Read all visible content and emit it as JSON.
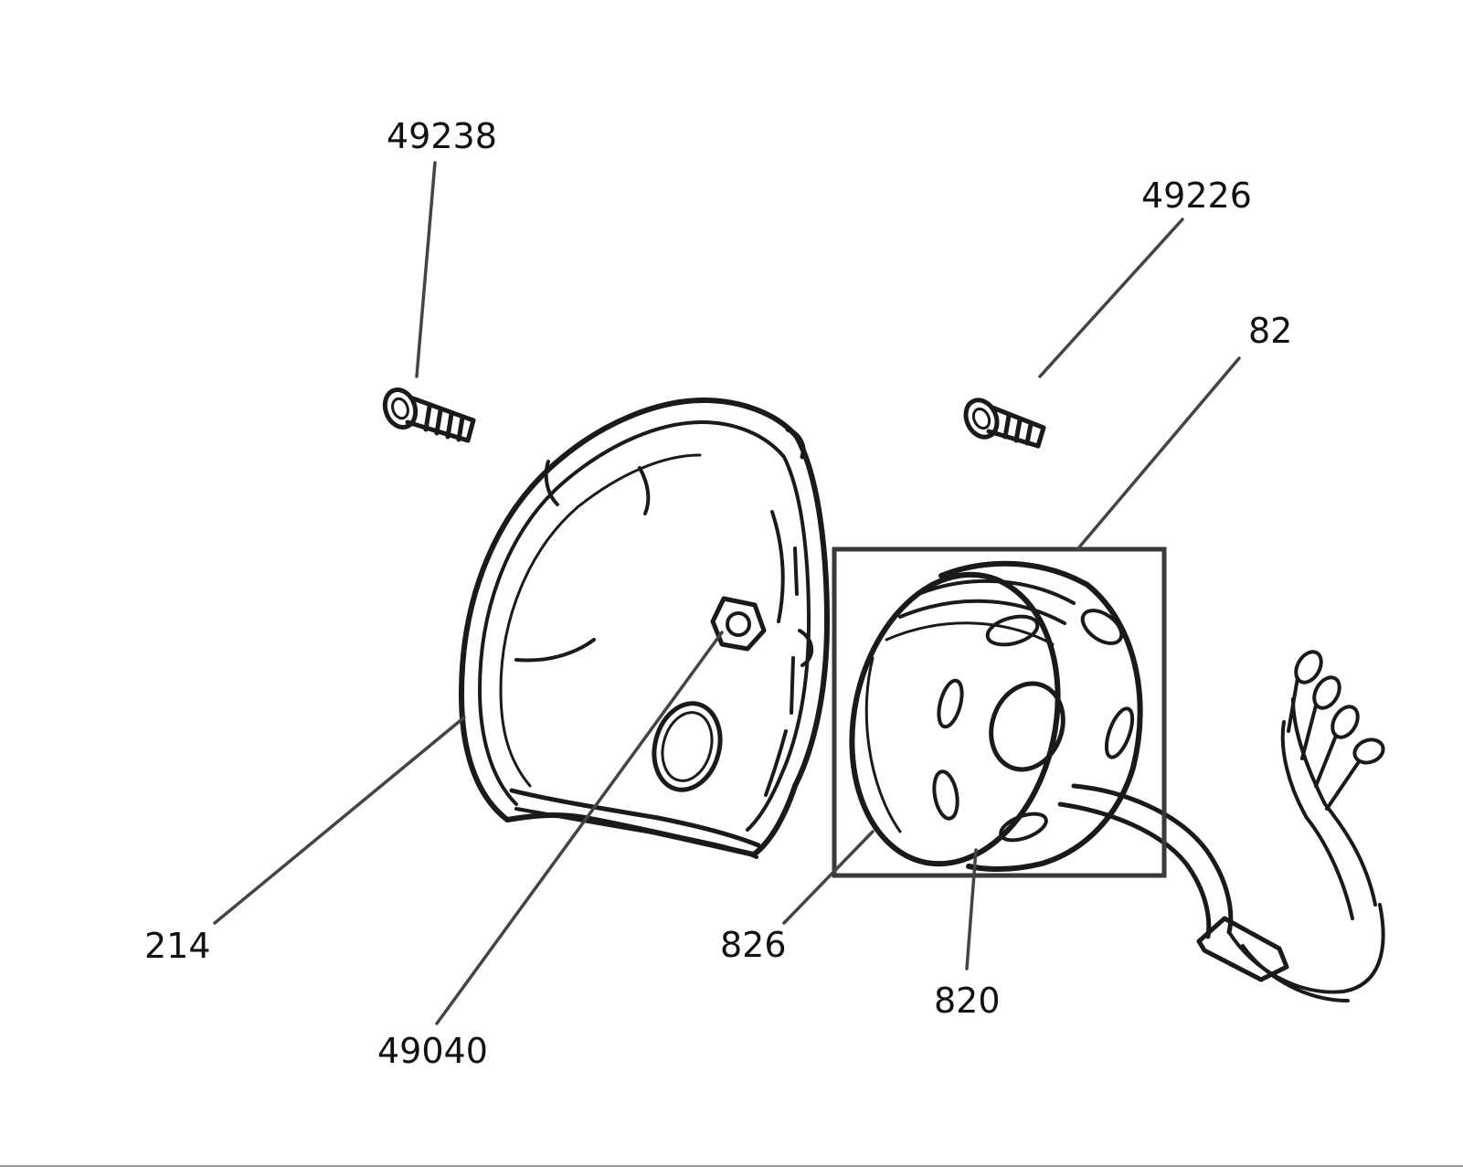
{
  "callouts": {
    "c49238": "49238",
    "c49226": "49226",
    "c82": "82",
    "c214": "214",
    "c49040": "49040",
    "c826": "826",
    "c820": "820"
  },
  "colors": {
    "ink": "#1a1a1a",
    "leader": "#444444",
    "background": "#ffffff"
  }
}
